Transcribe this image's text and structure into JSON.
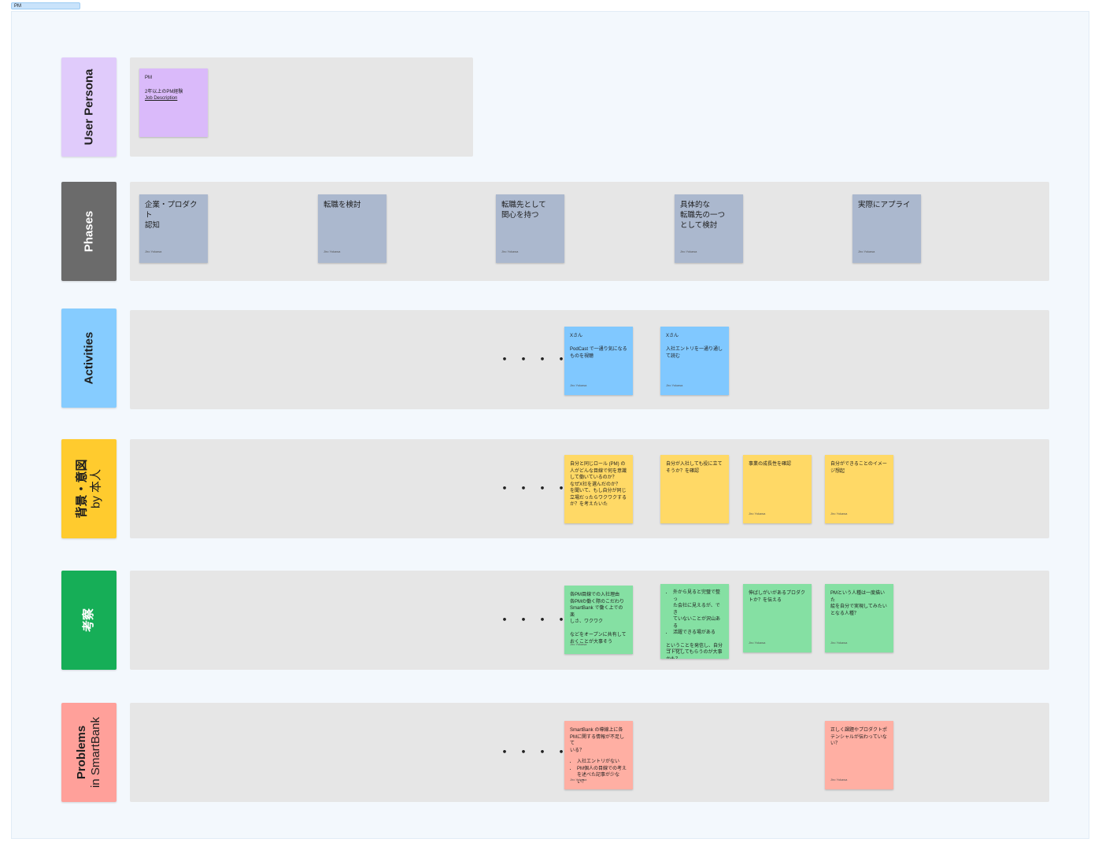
{
  "frame": {
    "title": "PM"
  },
  "rows": {
    "persona": {
      "label": "User Persona",
      "color": "#e0cbfb"
    },
    "phases": {
      "label": "Phases",
      "color": "#6b6b6b"
    },
    "activities": {
      "label": "Activities",
      "color": "#86ccff"
    },
    "intent": {
      "label": "背景・意図",
      "sub": "by 本人",
      "color": "#ffcb2e"
    },
    "insight": {
      "label": "考察",
      "color": "#16ae57"
    },
    "problems": {
      "label": "Problems",
      "sub": "in SmartBank",
      "color": "#ffa09a"
    }
  },
  "dots": "・・・・",
  "persona_sticky": {
    "title": "PM",
    "line": "2年以上のPM経験",
    "link": "Job Description"
  },
  "phases": [
    {
      "text": "企業・プロダクト\n認知",
      "author": "Jiro Yokawa"
    },
    {
      "text": "転職を検討",
      "author": "Jiro Yokawa"
    },
    {
      "text": "転職先として\n関心を持つ",
      "author": "Jiro Yokawa"
    },
    {
      "text": "具体的な\n転職先の一つ\nとして検討",
      "author": "Jiro Yokawa"
    },
    {
      "text": "実際にアプライ",
      "author": "Jiro Yokawa"
    }
  ],
  "activities": [
    {
      "text": "Xさん\n\nPodCast で一通り気になる\nものを視聴",
      "author": "Jiro Yokawa"
    },
    {
      "text": "Xさん\n\n入社エントリを一通り通し\nて読む",
      "author": "Jiro Yokawa"
    }
  ],
  "intents": [
    {
      "text": "自分と同じロール (PM) の\n人がどんな目線で何を意識\nして働いているのか？\nなぜX社を選んだのか？\nを聞いて、もし自分が同じ\n立場だったらワクワクする\nか？を考えたいた",
      "author": ""
    },
    {
      "text": "自分が入社しても役に立て\nそうか？を確認",
      "author": ""
    },
    {
      "text": "事業の成長性を確認",
      "author": "Jiro Yokawa"
    },
    {
      "text": "自分ができることのイメー\nジ想起",
      "author": "Jiro Yokawa"
    }
  ],
  "insights": [
    {
      "text": "各PM目線での入社理由\n各PMの働く際のこだわり\nSmartBank で働く上での楽\nしさ、ワクワク\n\nなどをオープンに共有して\nおくことが大事そう",
      "author": "Jiro Yokawa"
    },
    {
      "bullets": [
        "外から見ると完璧で整っ\nた会社に見えるが、でき\nていないことが沢山ある",
        "活躍できる場がある"
      ],
      "text": "ということを発信し、自分\nゴト化してもらうのが大事\nかも？",
      "author": "Jiro Yokawa"
    },
    {
      "text": "伸ばしがいがあるプロダク\nトか？を伝える",
      "author": "Jiro Yokawa"
    },
    {
      "text": "PMという人種は一度描いた\n絵を自分で実現してみたい\nとなる人種？",
      "author": "Jiro Yokawa"
    }
  ],
  "problems": [
    {
      "text": "SmartBank の導線上に各\nPMに関する情報が不足して\nいる？",
      "bullets": [
        "入社エントリがない",
        "PM個人の目線での考え\nを述べた記事が少ない？"
      ],
      "author": "Jiro Yokawa"
    },
    {
      "text": "正しく課題やプロダクトポ\nテンシャルが伝わっていな\nい？",
      "author": "Jiro Yokawa"
    }
  ]
}
